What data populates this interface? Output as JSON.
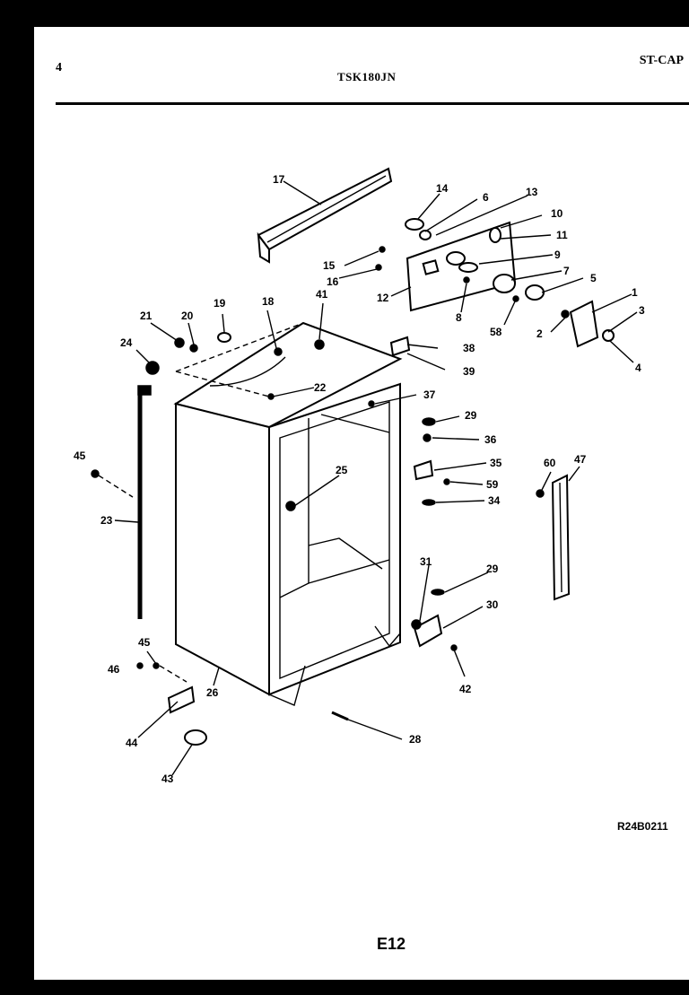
{
  "header": {
    "page_number": "4",
    "model": "TSK180JN",
    "section": "ST-CAP"
  },
  "footer": {
    "reference_code": "R24B0211",
    "page_code": "E12"
  },
  "callouts": [
    "17",
    "14",
    "6",
    "13",
    "10",
    "11",
    "9",
    "7",
    "5",
    "15",
    "16",
    "12",
    "8",
    "58",
    "1",
    "3",
    "4",
    "2",
    "19",
    "18",
    "41",
    "21",
    "20",
    "24",
    "38",
    "39",
    "22",
    "37",
    "29",
    "36",
    "35",
    "59",
    "34",
    "25",
    "45",
    "23",
    "60",
    "47",
    "31",
    "29",
    "30",
    "42",
    "45",
    "46",
    "26",
    "44",
    "43",
    "28"
  ]
}
